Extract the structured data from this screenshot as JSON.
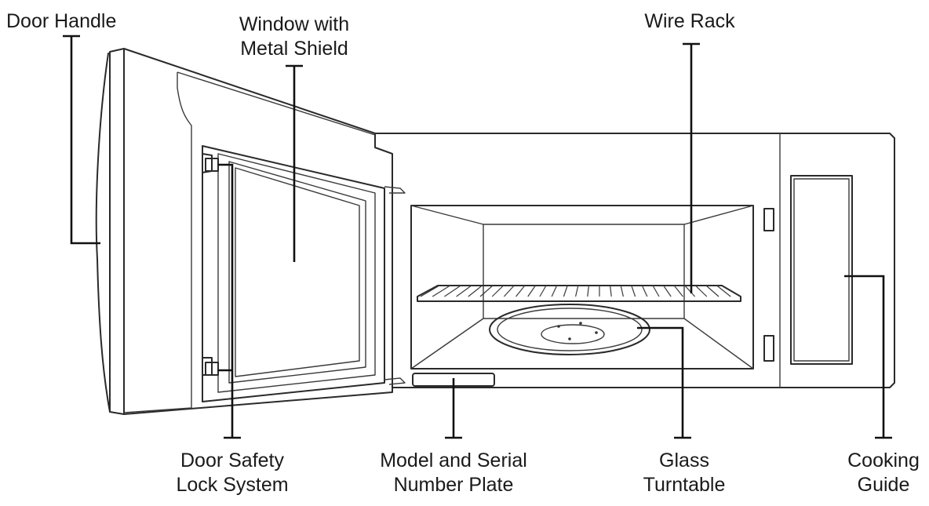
{
  "labels": {
    "door_handle": "Door Handle",
    "window": [
      "Window with",
      "Metal Shield"
    ],
    "wire_rack": "Wire Rack",
    "door_safety": [
      "Door Safety",
      "Lock System"
    ],
    "model_serial": [
      "Model and Serial",
      "Number Plate"
    ],
    "glass_turntable": [
      "Glass",
      "Turntable"
    ],
    "cooking_guide": [
      "Cooking",
      "Guide"
    ]
  }
}
